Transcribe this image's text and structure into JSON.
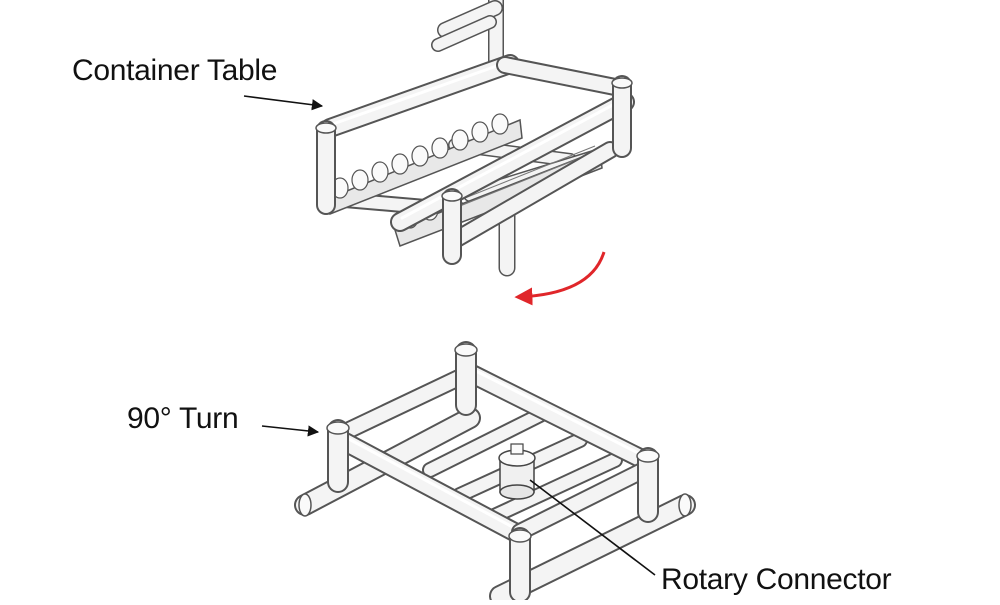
{
  "labels": {
    "container_table": "Container Table",
    "ninety_turn": "90° Turn",
    "rotary_connector": "Rotary Connector"
  },
  "colors": {
    "rotation_arrow": "#e0262a",
    "frame_outline": "#555555",
    "frame_fill": "#f4f4f4",
    "label_text": "#111111"
  }
}
